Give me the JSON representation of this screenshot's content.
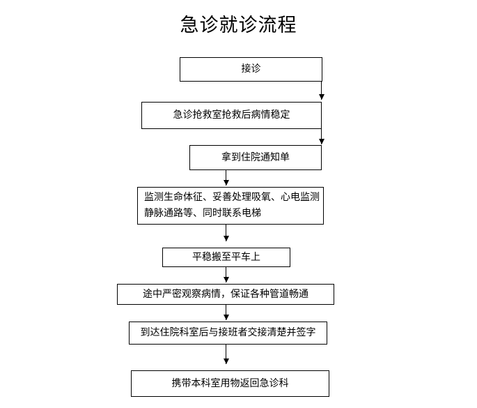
{
  "document": {
    "title": "急诊就诊流程"
  },
  "flowchart": {
    "type": "flowchart",
    "orientation": "vertical",
    "accent_color": "#000000",
    "background_color": "#ffffff",
    "nodes": [
      {
        "id": "n1",
        "label": "接诊",
        "lines": [
          "接诊"
        ]
      },
      {
        "id": "n2",
        "label": "急诊抢救室抢救后病情稳定",
        "lines": [
          "急诊抢救室抢救后病情稳定"
        ]
      },
      {
        "id": "n3",
        "label": "拿到住院通知单",
        "lines": [
          "拿到住院通知单"
        ]
      },
      {
        "id": "n4",
        "label": "监测生命体征、妥善处理吸氧、心电监测静脉通路等、同时联系电梯",
        "lines": [
          "监测生命体征、妥善处理吸氧、心电监测",
          "静脉通路等、同时联系电梯"
        ]
      },
      {
        "id": "n5",
        "label": "平稳搬至平车上",
        "lines": [
          "平稳搬至平车上"
        ]
      },
      {
        "id": "n6",
        "label": "途中严密观察病情，保证各种管道畅通",
        "lines": [
          "途中严密观察病情，保证各种管道畅通"
        ]
      },
      {
        "id": "n7",
        "label": "到达住院科室后与接班者交接清楚并签字",
        "lines": [
          "到达住院科室后与接班者交接清楚并签字"
        ]
      },
      {
        "id": "n8",
        "label": "携带本科室用物返回急诊科",
        "lines": [
          "携带本科室用物返回急诊科"
        ]
      }
    ],
    "edges": [
      {
        "from": "n1",
        "to": "n2"
      },
      {
        "from": "n2",
        "to": "n3"
      },
      {
        "from": "n3",
        "to": "n4"
      },
      {
        "from": "n4",
        "to": "n5"
      },
      {
        "from": "n5",
        "to": "n6"
      },
      {
        "from": "n6",
        "to": "n7"
      },
      {
        "from": "n7",
        "to": "n8"
      }
    ]
  }
}
